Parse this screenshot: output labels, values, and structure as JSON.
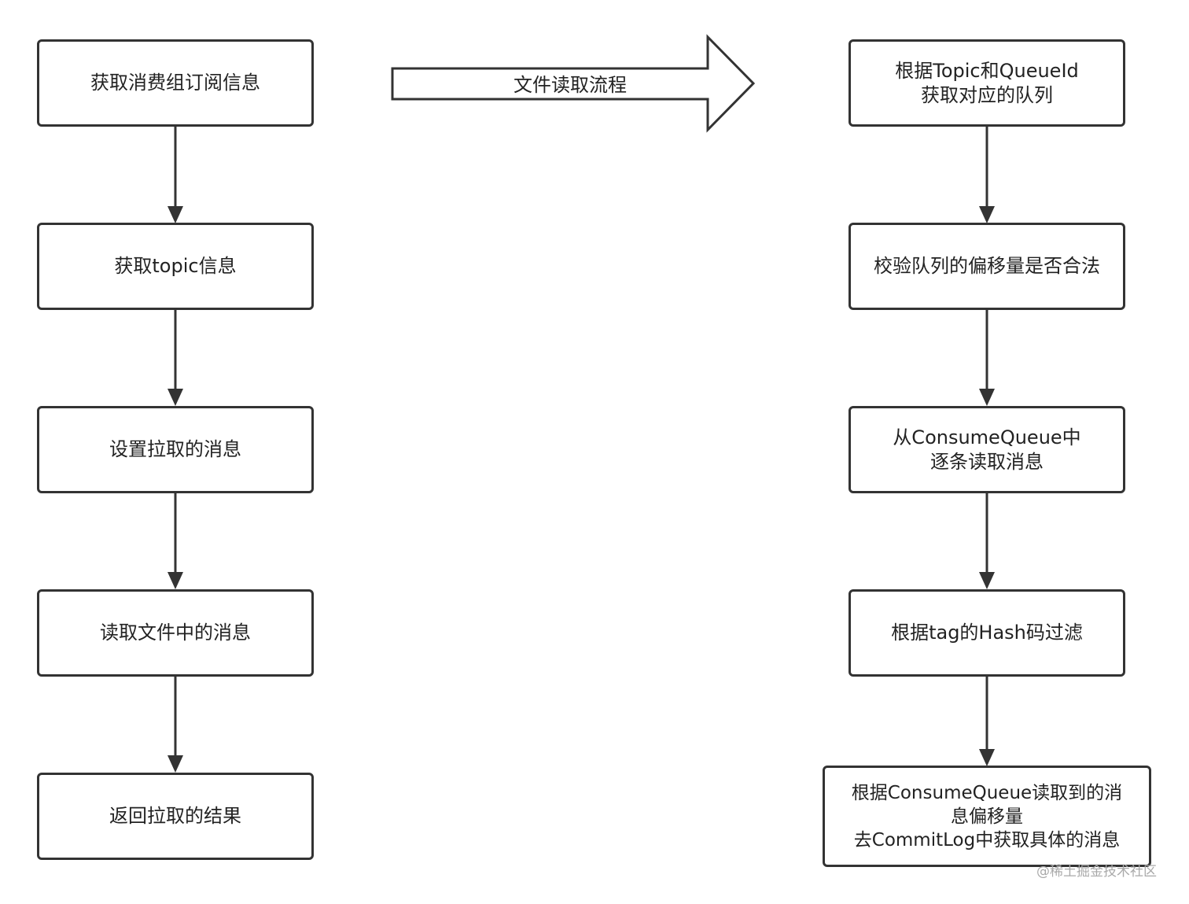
{
  "big_arrow": {
    "label": "文件读取流程"
  },
  "left_flow": [
    "获取消费组订阅信息",
    "获取topic信息",
    "设置拉取的消息",
    "读取文件中的消息",
    "返回拉取的结果"
  ],
  "right_flow": [
    "根据Topic和QueueId\n获取对应的队列",
    "校验队列的偏移量是否合法",
    "从ConsumeQueue中\n逐条读取消息",
    "根据tag的Hash码过滤",
    "根据ConsumeQueue读取到的消\n息偏移量\n去CommitLog中获取具体的消息"
  ],
  "watermark": "@稀土掘金技术社区"
}
